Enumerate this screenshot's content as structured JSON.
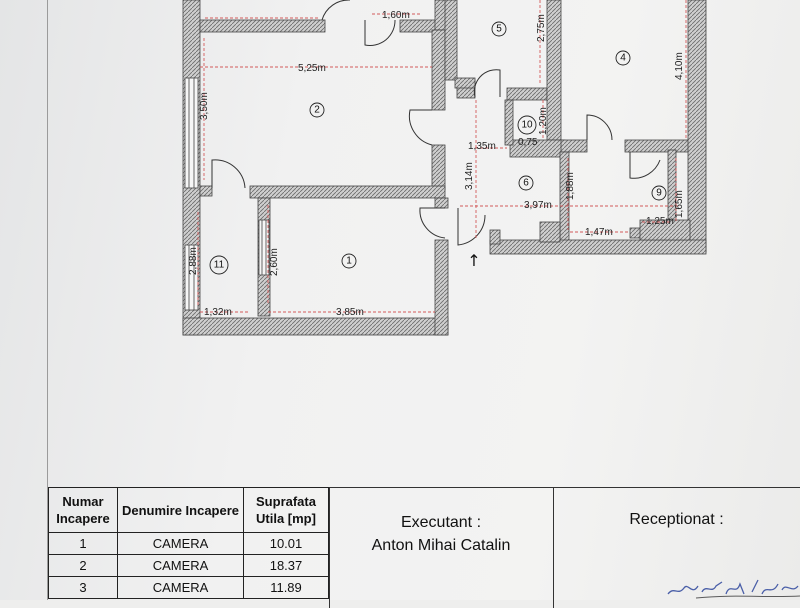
{
  "plan": {
    "dimensions": {
      "d_1_60": "1,60m",
      "d_5_25": "5,25m",
      "d_3_50": "3,50m",
      "d_2_75": "2,75m",
      "d_4_10": "4,10m",
      "d_1_20": "1,20m",
      "d_0_75": "0,75",
      "d_1_35": "1,35m",
      "d_3_14": "3,14m",
      "d_1_88": "1,88m",
      "d_1_65": "1,65m",
      "d_3_97": "3,97m",
      "d_1_47": "1,47m",
      "d_1_25": "1,25m",
      "d_2_88": "2,88m",
      "d_2_60": "2,60m",
      "d_1_32": "1,32m",
      "d_3_85": "3,85m"
    },
    "rooms": {
      "r1": "1",
      "r2": "2",
      "r4": "4",
      "r5": "5",
      "r6": "6",
      "r9": "9",
      "r10": "10",
      "r11": "11"
    },
    "entrance_arrow": "↑"
  },
  "table": {
    "headers": {
      "numar": "Numar Incapere",
      "denumire": "Denumire Incapere",
      "suprafata": "Suprafata Utila [mp]"
    },
    "rows": [
      {
        "nr": "1",
        "name": "CAMERA",
        "area": "10.01"
      },
      {
        "nr": "2",
        "name": "CAMERA",
        "area": "18.37"
      },
      {
        "nr": "3",
        "name": "CAMERA",
        "area": "11.89"
      }
    ]
  },
  "executant": {
    "label": "Executant :",
    "name": "Anton Mihai Catalin"
  },
  "receptionat": {
    "label": "Receptionat :"
  }
}
